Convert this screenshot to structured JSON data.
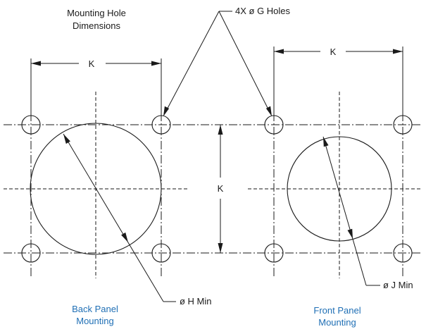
{
  "labels": {
    "title_line1": "Mounting Hole",
    "title_line2": "Dimensions",
    "holes_callout": "4X ø G Holes",
    "dim_k_top_left": "K",
    "dim_k_top_right": "K",
    "dim_k_vertical": "K",
    "h_callout": "ø H  Min",
    "j_callout": "ø J  Min",
    "back_panel_line1": "Back Panel",
    "back_panel_line2": "Mounting",
    "front_panel_line1": "Front Panel",
    "front_panel_line2": "Mounting"
  },
  "colors": {
    "line": "#1a1a1a",
    "caption_blue": "#1f6fb5"
  }
}
